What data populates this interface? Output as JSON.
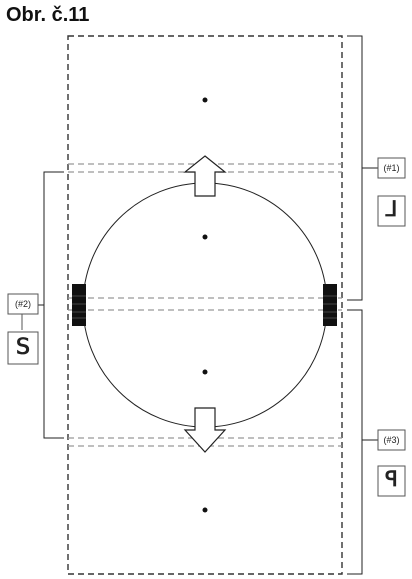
{
  "title": "Obr. č.11",
  "callouts": [
    {
      "id": "1",
      "label": "(#1)",
      "glyph": "⅃"
    },
    {
      "id": "2",
      "label": "(#2)",
      "glyph": "ꓢ"
    },
    {
      "id": "3",
      "label": "(#3)",
      "glyph": "ꟼ"
    }
  ],
  "colors": {
    "line": "#222222",
    "dash": "#333333",
    "band": "#111111"
  }
}
